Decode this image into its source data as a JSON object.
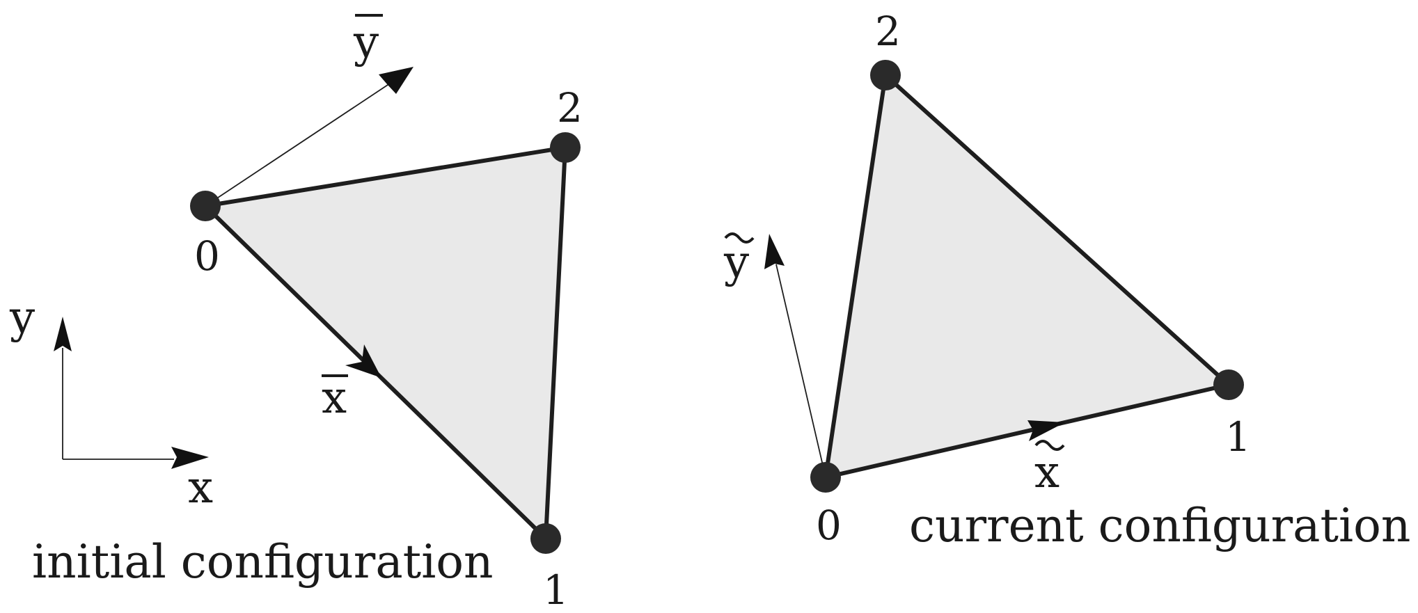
{
  "initial": {
    "caption": "initial configuration",
    "node_labels": [
      "0",
      "1",
      "2"
    ],
    "axis_labels": {
      "x_bar": "x",
      "y_bar": "y"
    }
  },
  "current": {
    "caption": "current configuration",
    "node_labels": [
      "0",
      "1",
      "2"
    ],
    "axis_labels": {
      "x_tilde": "x",
      "y_tilde": "y"
    }
  },
  "global_axes": {
    "x": "x",
    "y": "y"
  },
  "colors": {
    "fill": "#e9e9e9",
    "stroke": "#1e1e1e",
    "node": "#2a2a2a"
  }
}
